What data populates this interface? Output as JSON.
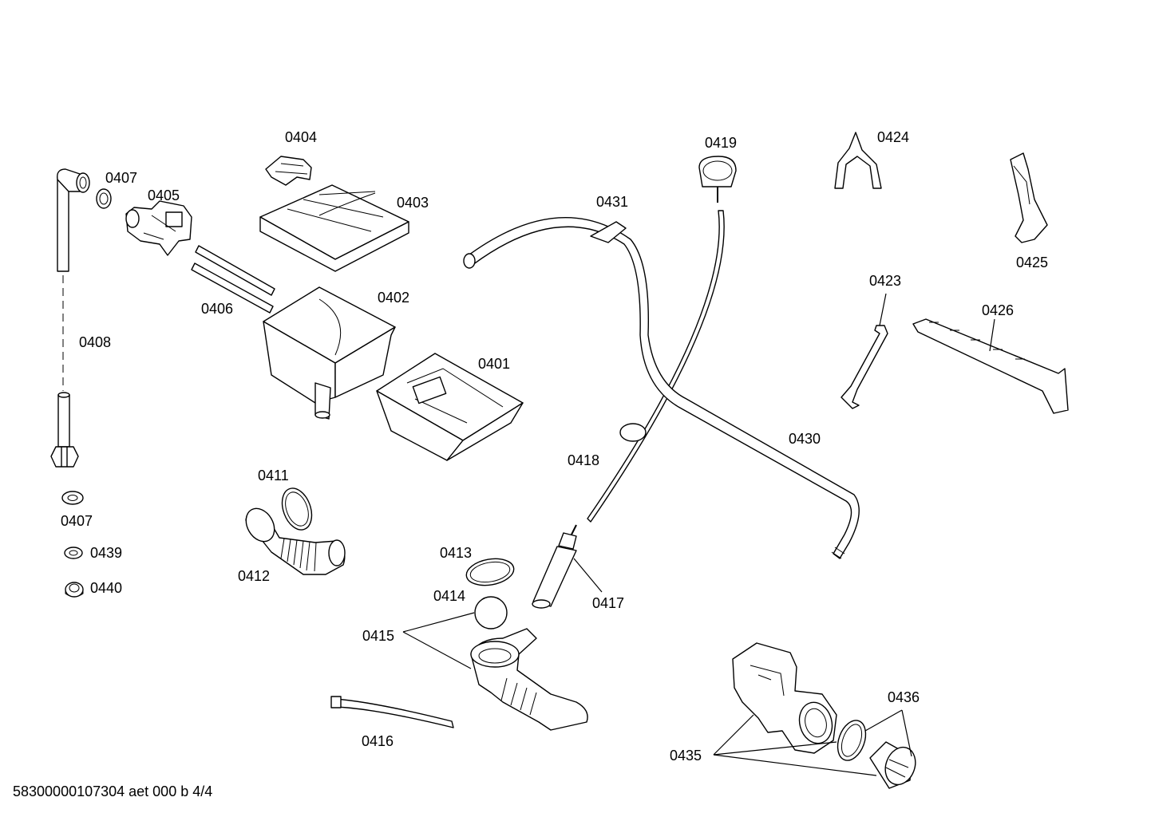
{
  "diagram": {
    "labels": {
      "p0401": "0401",
      "p0402": "0402",
      "p0403": "0403",
      "p0404": "0404",
      "p0405": "0405",
      "p0406": "0406",
      "p0407a": "0407",
      "p0407b": "0407",
      "p0408": "0408",
      "p0411": "0411",
      "p0412": "0412",
      "p0413": "0413",
      "p0414": "0414",
      "p0415": "0415",
      "p0416": "0416",
      "p0417": "0417",
      "p0418": "0418",
      "p0419": "0419",
      "p0423": "0423",
      "p0424": "0424",
      "p0425": "0425",
      "p0426": "0426",
      "p0430": "0430",
      "p0431": "0431",
      "p0435": "0435",
      "p0436": "0436",
      "p0439": "0439",
      "p0440": "0440"
    },
    "footer": "58300000107304 aet 000 b 4/4"
  }
}
